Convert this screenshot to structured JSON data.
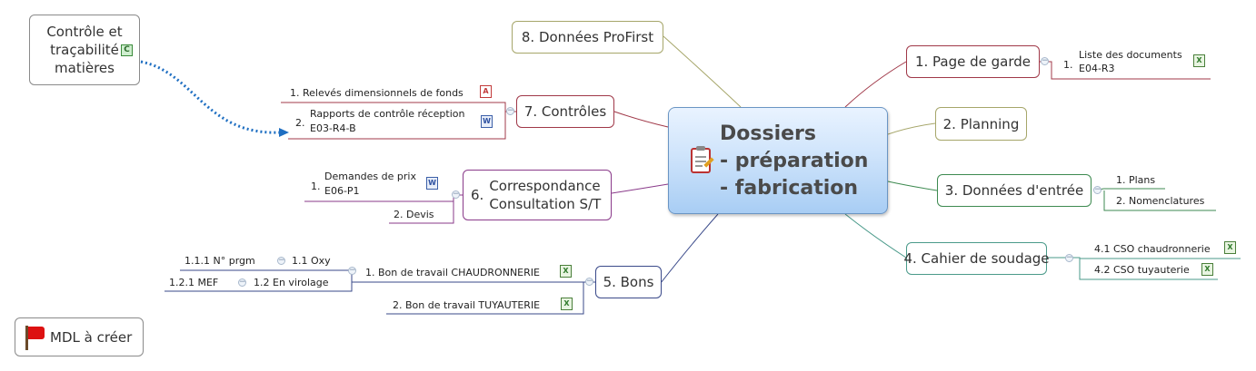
{
  "central": {
    "line1": "Dossiers",
    "line2": "- préparation",
    "line3": "- fabrication",
    "icon": "clipboard-edit-icon"
  },
  "topics": {
    "page_garde": "1. Page de garde",
    "planning": "2. Planning",
    "donnees_entree": "3. Données d'entrée",
    "cahier_soudage": "4. Cahier de soudage",
    "bons": "5. Bons",
    "correspondance_1": "6. Correspondance",
    "correspondance_2": "Consultation S/T",
    "controles": "7. Contrôles",
    "profirst": "8. Données ProFirst"
  },
  "subtopics": {
    "liste_num": "1.",
    "liste_1": "Liste des documents",
    "liste_2": "E04-R3",
    "plans": "1.  Plans",
    "nomenclatures": "2.  Nomenclatures",
    "cso_chaud": "4.1  CSO chaudronnerie",
    "cso_tuy": "4.2  CSO tuyauterie",
    "bon_chaud": "1.  Bon de travail CHAUDRONNERIE",
    "bon_tuy": "2.  Bon de travail TUYAUTERIE",
    "oxy": "1.1  Oxy",
    "prgm": "1.1.1   N° prgm",
    "virolage": "1.2  En virolage",
    "mef": "1.2.1  MEF",
    "demandes_num": "1.",
    "demandes_1": "Demandes de prix",
    "demandes_2": "E06-P1",
    "devis": "2.  Devis",
    "releves": "1.  Relevés dimensionnels de fonds",
    "rapports_num": "2.",
    "rapports_1": "Rapports de contrôle réception",
    "rapports_2": "E03-R4-B"
  },
  "floating": {
    "controle_1": "Contrôle et",
    "controle_2": "traçabilité",
    "controle_3": "matières",
    "controle_marker": "C",
    "mdl": "MDL à créer",
    "mdl_icon": "red-flag-icon"
  },
  "colors": {
    "line_red": "#a03848",
    "line_olive": "#a6a66a",
    "line_green": "#3d8a50",
    "line_teal": "#4a9a8a",
    "line_navy": "#3a4a8a",
    "line_purple": "#8a3a8a",
    "relationship": "#1f6fc2"
  }
}
